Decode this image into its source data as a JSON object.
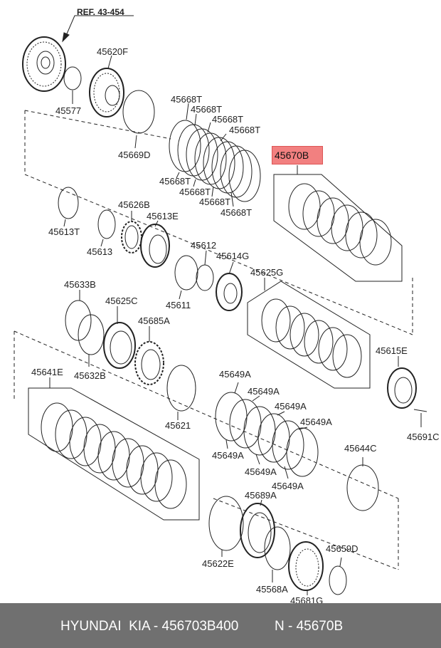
{
  "diagram": {
    "ref_label": "REF. 43-454",
    "highlight": {
      "label": "45670B",
      "color": "#f28080"
    },
    "labels": [
      "45620F",
      "45577",
      "45669D",
      "45668T",
      "45668T",
      "45668T",
      "45668T",
      "45668T",
      "45668T",
      "45668T",
      "45668T",
      "45613T",
      "45613",
      "45626B",
      "45613E",
      "45612",
      "45611",
      "45614G",
      "45625G",
      "45633B",
      "45625C",
      "45685A",
      "45632B",
      "45615E",
      "45641E",
      "45621",
      "45649A",
      "45649A",
      "45649A",
      "45649A",
      "45649A",
      "45649A",
      "45649A",
      "45691C",
      "45644C",
      "45689A",
      "45622E",
      "45568A",
      "45659D",
      "45681G"
    ]
  },
  "footer": {
    "brand_text": "HYUNDAI  KIA - 456703B400",
    "part_text": "N - 45670B",
    "background": "#707070"
  }
}
